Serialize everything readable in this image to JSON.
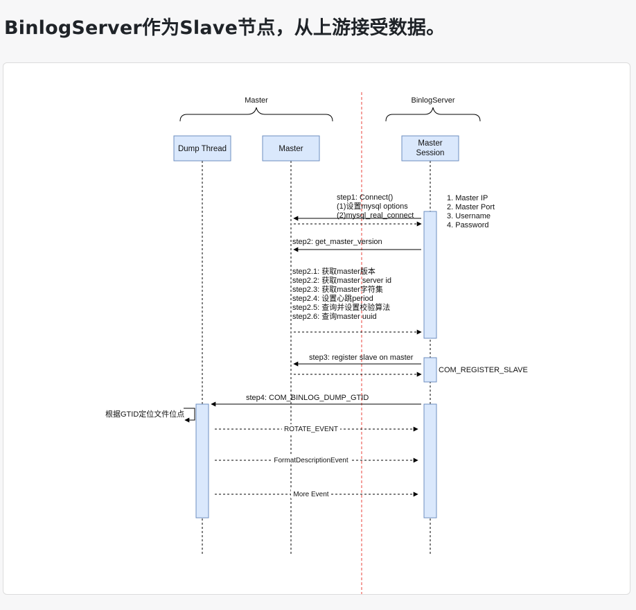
{
  "page": {
    "title": "BinlogServer作为Slave节点，从上游接受数据。"
  },
  "diagram": {
    "groups": {
      "master": "Master",
      "binlog_server": "BinlogServer"
    },
    "participants": {
      "dump_thread": "Dump Thread",
      "master": "Master",
      "master_session_line1": "Master",
      "master_session_line2": "Session"
    },
    "step1": {
      "line1": "step1: Connect()",
      "line2": "(1)设置mysql options",
      "line3": "(2)mysql_real_connect"
    },
    "master_info": {
      "item1": "1. Master IP",
      "item2": "2. Master Port",
      "item3": "3. Username",
      "item4": "4. Password"
    },
    "step2": "step2: get_master_version",
    "step2_details": {
      "line1": "step2.1: 获取master版本",
      "line2": "step2.2: 获取master server id",
      "line3": "step2.3: 获取master字符集",
      "line4": "step2.4: 设置心跳period",
      "line5": "step2.5: 查询并设置校验算法",
      "line6": "step2.6:  查询master uuid"
    },
    "step3": "step3: register slave on master",
    "com_register_slave": "COM_REGISTER_SLAVE",
    "step4": "step4: COM_BINLOG_DUMP_GTID",
    "locate_note": "根据GTID定位文件位点",
    "events": {
      "rotate": "ROTATE_EVENT",
      "format": "FormatDescriptionEvent",
      "more": "More Event"
    }
  }
}
